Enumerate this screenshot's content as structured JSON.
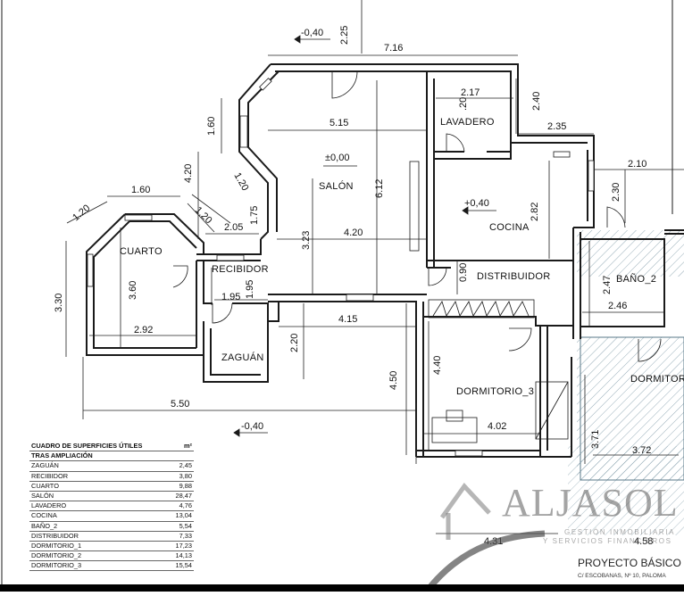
{
  "plan": {
    "rooms": {
      "cuarto": "CUARTO",
      "recibidor": "RECIBIDOR",
      "zaguan": "ZAGUÁN",
      "salon": "SALÓN",
      "lavadero": "LAVADERO",
      "cocina": "COCINA",
      "distribuidor": "DISTRIBUIDOR",
      "bano2": "BAÑO_2",
      "dormitorio3": "DORMITORIO_3",
      "dormitorio_partial": "DORMITORI"
    },
    "levels": {
      "top": "-0,40",
      "salon": "±0,00",
      "cocina": "+0,40",
      "bottom": "-0,40"
    },
    "dimensions": {
      "d716": "7.16",
      "d225": "2.25",
      "d217": "2.17",
      "d20": ".20",
      "d240": "2.40",
      "d235": "2.35",
      "d210": "2.10",
      "d515": "5.15",
      "d160v": "1.60",
      "d420v": "4.20",
      "d120a": "1.20",
      "d175": "1.75",
      "d612": "6.12",
      "d282": "2.82",
      "d230": "2.30",
      "d160": "1.60",
      "d120b": "1.20",
      "d120c": "1.20",
      "d205": "2.05",
      "d323": "3.23",
      "d420": "4.20",
      "d090": "0.90",
      "d247": "2.47",
      "d246": "2.46",
      "d360": "3.60",
      "d330": "3.30",
      "d195v": "1.95",
      "d195": "1.95",
      "d415": "4.15",
      "d220": "2.20",
      "d292": "2.92",
      "d440": "4.40",
      "d450": "4.50",
      "d402": "4.02",
      "d550": "5.50",
      "d371": "3.71",
      "d372": "3.72",
      "d431": "4.31",
      "d458": "4.58"
    }
  },
  "table": {
    "header_label": "CUADRO DE SUPERFICIES ÚTILES",
    "header_unit": "m²",
    "subheader": "TRAS AMPLIACIÓN",
    "rows": [
      {
        "name": "ZAGUÁN",
        "value": "2,45"
      },
      {
        "name": "RECIBIDOR",
        "value": "3,80"
      },
      {
        "name": "CUARTO",
        "value": "9,88"
      },
      {
        "name": "SALÓN",
        "value": "28,47"
      },
      {
        "name": "LAVADERO",
        "value": "4,76"
      },
      {
        "name": "COCINA",
        "value": "13,04"
      },
      {
        "name": "BAÑO_2",
        "value": "5,54"
      },
      {
        "name": "DISTRIBUIDOR",
        "value": "7,33"
      },
      {
        "name": "DORMITORIO_1",
        "value": "17,23"
      },
      {
        "name": "DORMITORIO_2",
        "value": "14,13"
      },
      {
        "name": "DORMITORIO_3",
        "value": "15,54"
      }
    ]
  },
  "watermark": {
    "name": "ALJASOL",
    "tag1": "GESTIÓN INMOBILIARIA",
    "tag2": "Y SERVICIOS FINANCIEROS"
  },
  "project": {
    "title": "PROYECTO BÁSICO Y",
    "address": "C/ ESCOBANAS, Nº 10, PALOMA"
  }
}
